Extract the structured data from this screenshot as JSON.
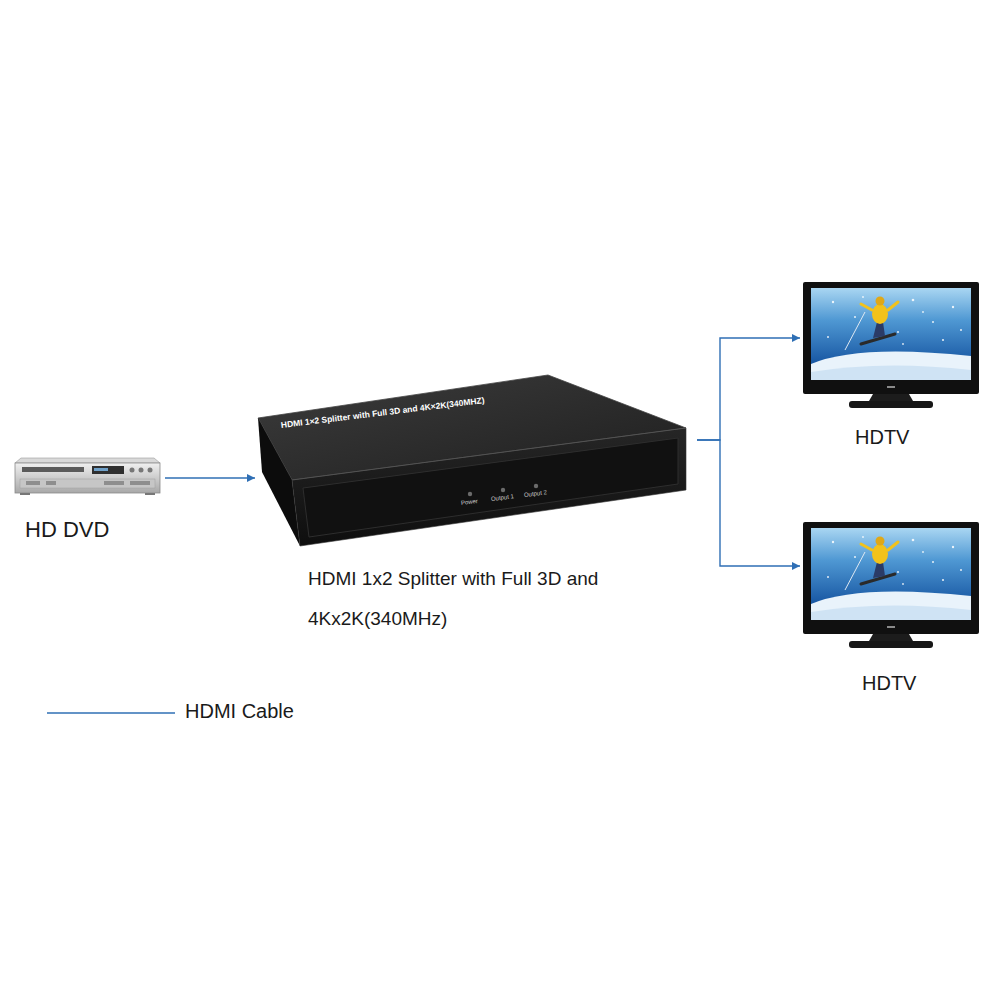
{
  "diagram": {
    "nodes": [
      {
        "text": [
          "HD DVD"
        ]
      },
      {
        "text": [
          "HDMI 1x2 Splitter with Full 3D and 4Kx2K(340MHz)"
        ]
      },
      {
        "text": [
          "HDTV"
        ]
      },
      {
        "text": [
          "HDTV"
        ]
      }
    ],
    "edges": [
      {
        "from": 0,
        "to": 1,
        "arrow": "to"
      },
      {
        "from": 1,
        "to": 2,
        "arrow": "to"
      },
      {
        "from": 1,
        "to": 3,
        "arrow": "to"
      }
    ],
    "labels": [
      "HDMI 1×2 Splitter with Full 3D and 4K×2K(340MHZ)",
      "Power",
      "Output 1",
      "Output 2"
    ],
    "legend": [
      {
        "text": "HDMI Cable"
      }
    ]
  }
}
